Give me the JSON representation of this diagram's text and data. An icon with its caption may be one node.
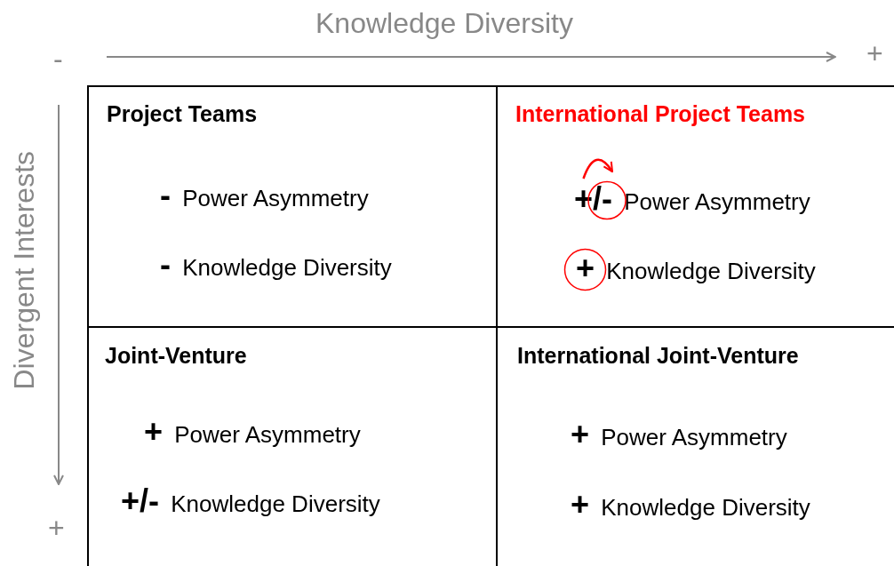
{
  "diagram": {
    "nodes": [
      {
        "text": [
          "Project Teams",
          "**-** Power Asymmetry",
          "**-** Knowledge Diversity"
        ]
      },
      {
        "text": [
          "International Project Teams",
          "**+/-** Power Asymmetry",
          "**+** Knowledge Diversity"
        ]
      },
      {
        "text": [
          "Joint-Venture",
          "**+** Power Asymmetry",
          "**+/-** Knowledge Diversity"
        ]
      },
      {
        "text": [
          "International Joint-Venture",
          "**+** Power Asymmetry",
          "**+** Knowledge Diversity"
        ]
      }
    ],
    "labels": [
      "Knowledge Diversity",
      "-",
      "+",
      "Divergent Interests",
      "+"
    ]
  }
}
